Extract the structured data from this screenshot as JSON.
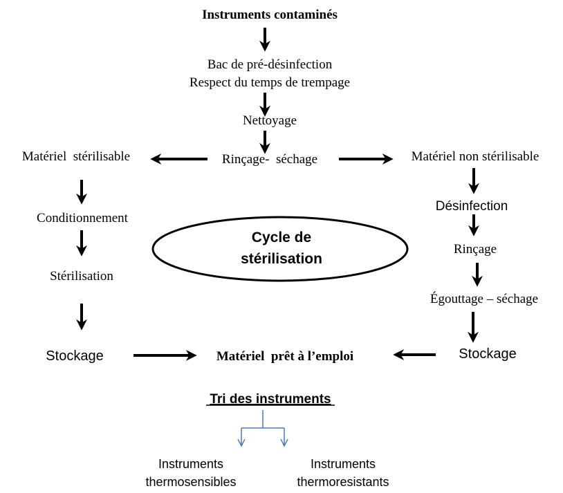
{
  "diagram": {
    "start": "Instruments contaminés",
    "predesinfection_line1": "Bac de pré-désinfection",
    "predesinfection_line2": "Respect du temps de trempage",
    "nettoyage": "Nettoyage",
    "rincage_sechage": "Rinçage-  séchage",
    "left_branch": {
      "title": "Matériel  stérilisable",
      "conditionnement": "Conditionnement",
      "sterilisation": "Stérilisation",
      "stockage": "Stockage"
    },
    "right_branch": {
      "title": "Matériel non stérilisable",
      "desinfection": "Désinfection",
      "rincage": "Rinçage",
      "egouttage": "Égouttage – séchage",
      "stockage": "Stockage"
    },
    "end": "Matériel  prêt à l’emploi",
    "cycle_line1": "Cycle de",
    "cycle_line2": "stérilisation"
  },
  "sorting": {
    "title": "Tri des instruments",
    "left_line1": "Instruments",
    "left_line2": "thermosensibles",
    "right_line1": "Instruments",
    "right_line2": "thermoresistants"
  },
  "colors": {
    "arrows": "#000000",
    "sorting_arrows": "#4a78b8"
  }
}
